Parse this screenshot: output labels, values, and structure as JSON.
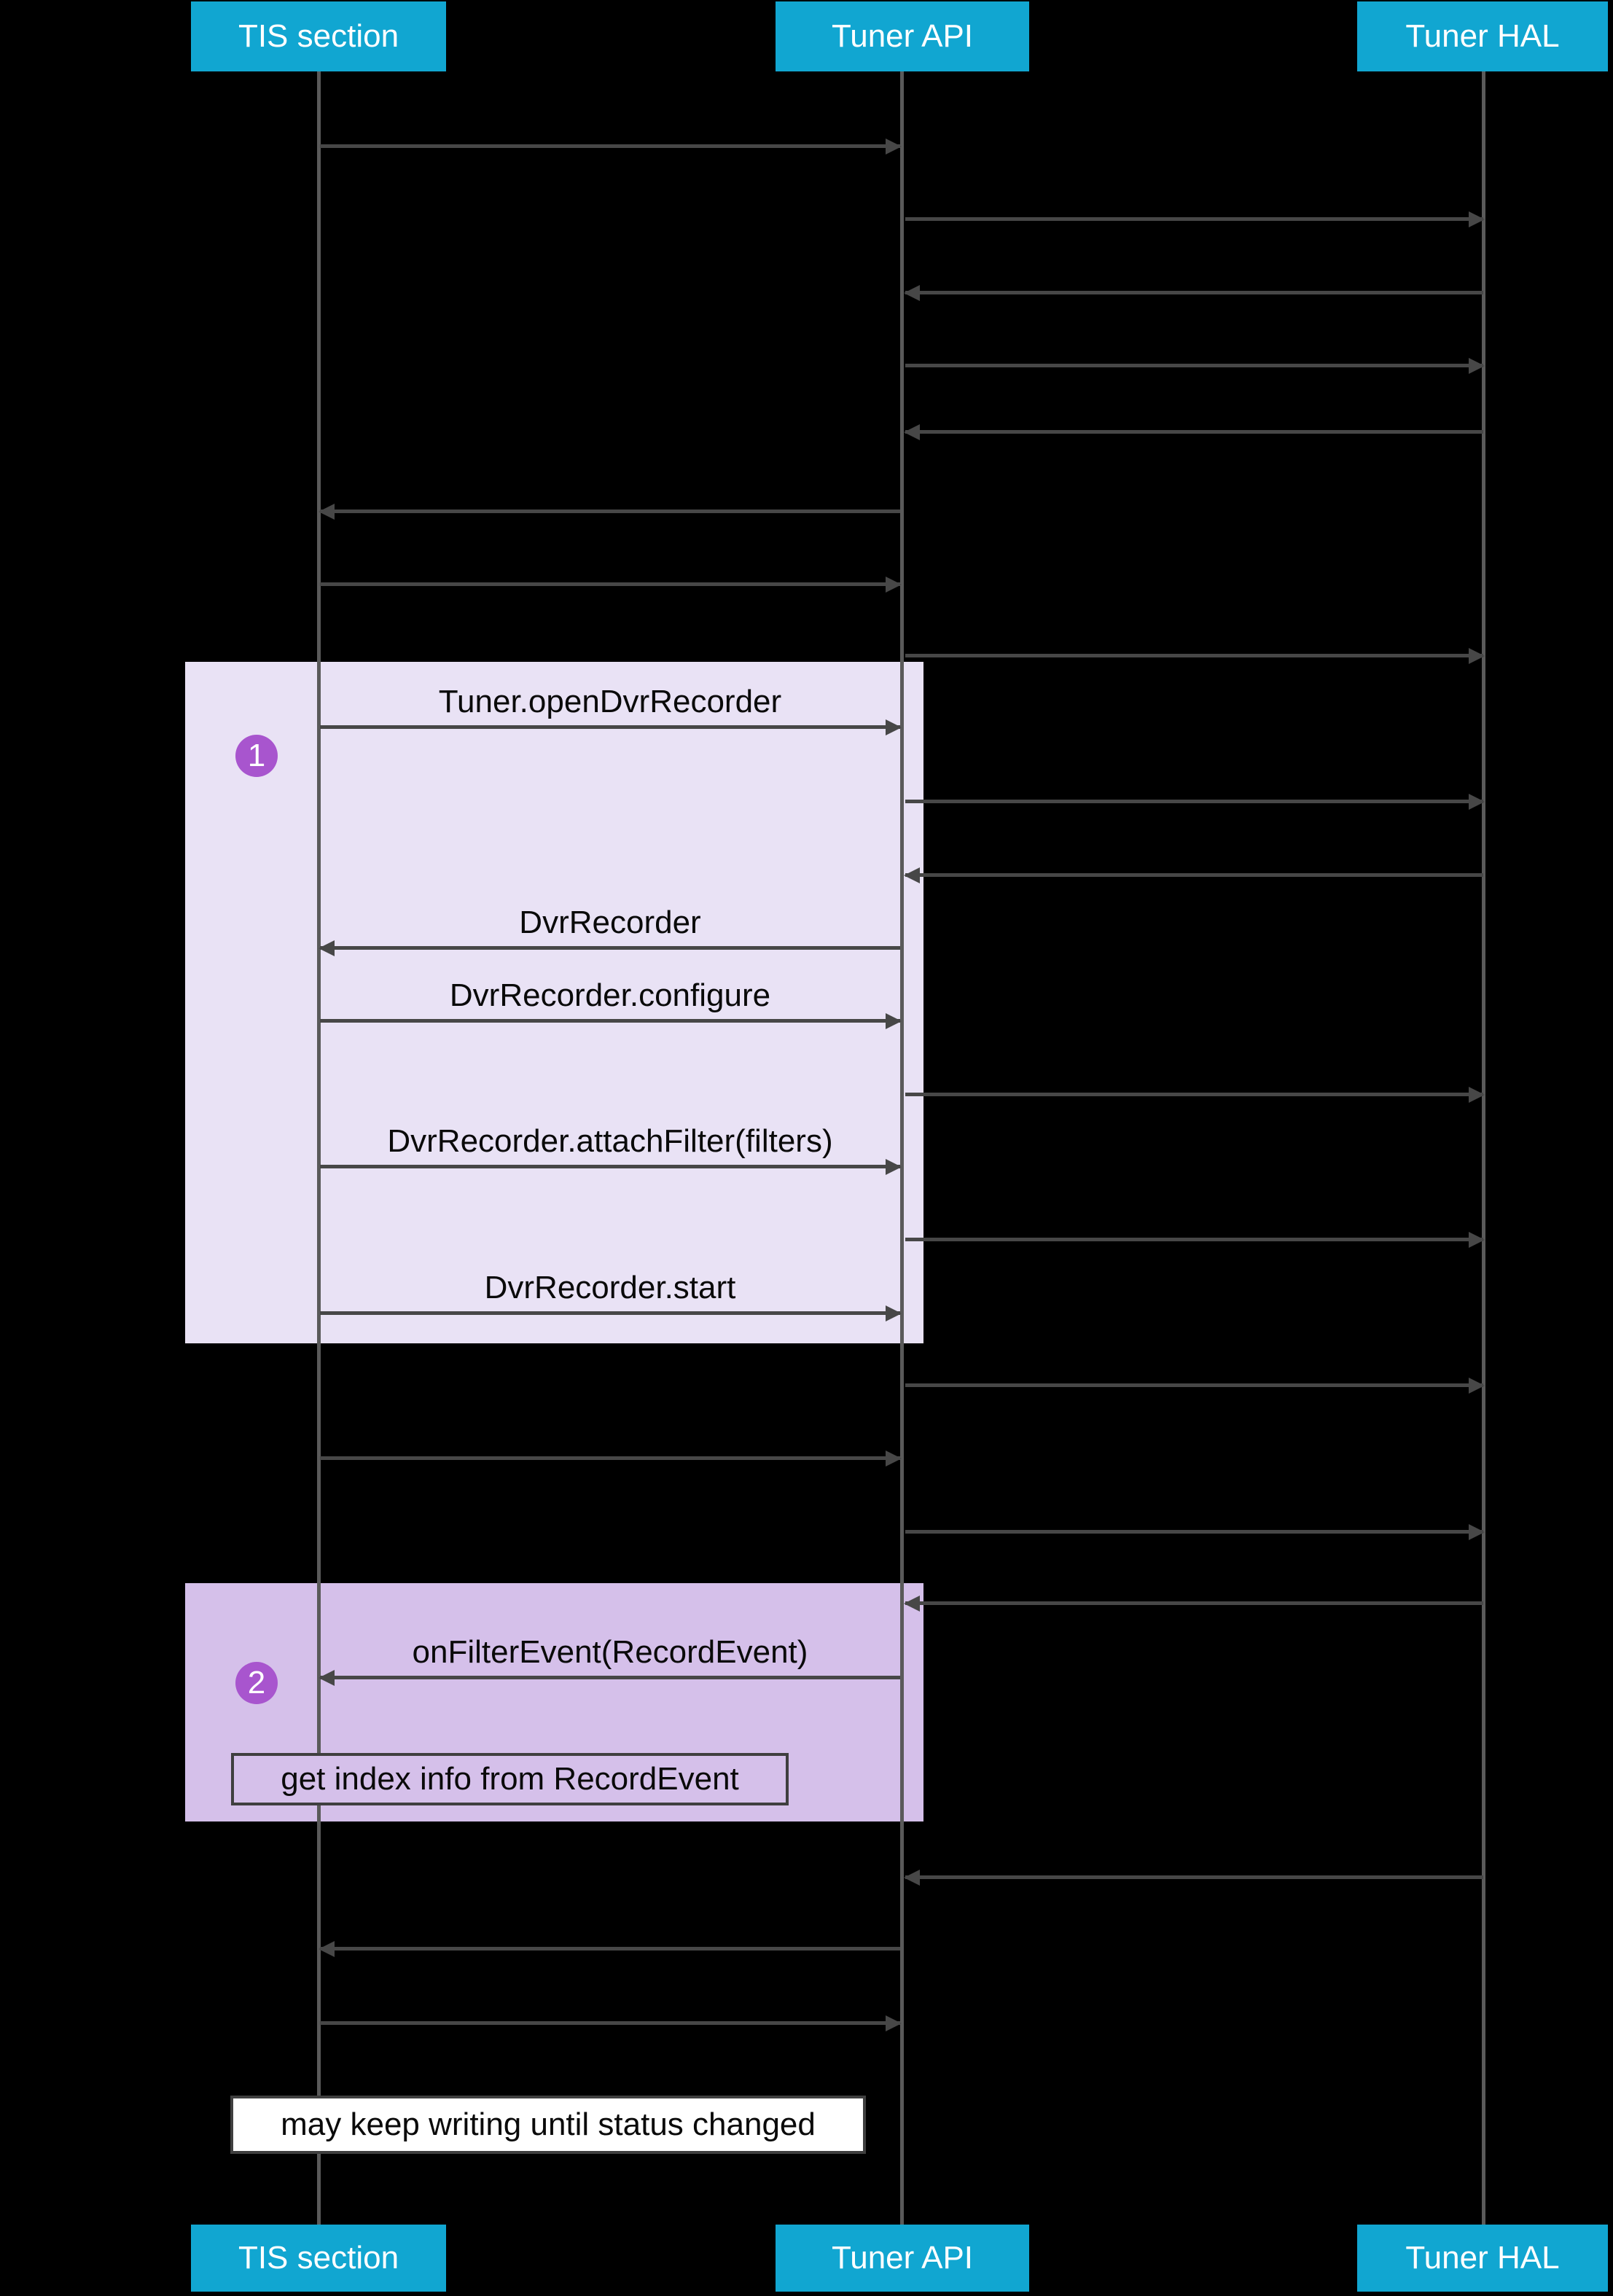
{
  "diagram": {
    "participants": [
      {
        "id": "tis",
        "label": "TIS section"
      },
      {
        "id": "api",
        "label": "Tuner API"
      },
      {
        "id": "hal",
        "label": "Tuner HAL"
      }
    ],
    "badges": {
      "step1": "1",
      "step2": "2"
    },
    "messages": {
      "open_dvr_recorder": "Tuner.openDvrRecorder",
      "dvr_recorder": "DvrRecorder",
      "configure": "DvrRecorder.configure",
      "attach_filter": "DvrRecorder.attachFilter(filters)",
      "start": "DvrRecorder.start",
      "on_filter_event": "onFilterEvent(RecordEvent)"
    },
    "notes": {
      "index_info": "get index info from RecordEvent",
      "keep_writing": "may keep writing until status changed"
    },
    "colors": {
      "canvas_bg": "#000000",
      "header_bg": "#11A6D1",
      "header_text": "#FFFFFF",
      "region1_bg": "#E9E2F5",
      "region2_bg": "#D5C0EA",
      "badge_bg": "#A855CE",
      "arrow": "#474747",
      "lifeline": "#5A5A5A",
      "label_text": "#0A0A0A",
      "note_border": "#3F3F3F",
      "note2_bg": "#FFFFFF"
    }
  }
}
